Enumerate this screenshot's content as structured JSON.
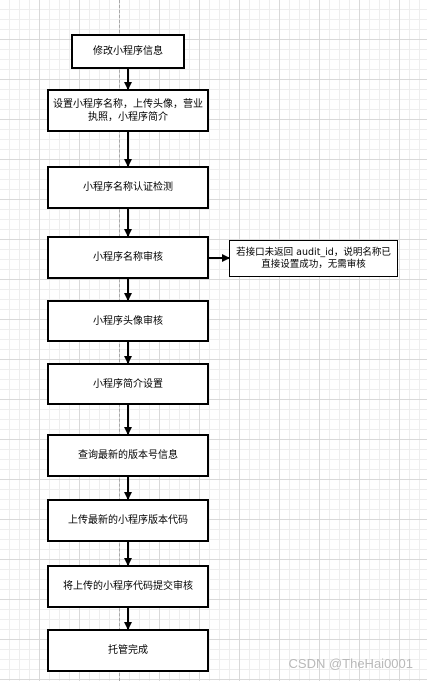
{
  "flow": {
    "steps": [
      "修改小程序信息",
      "设置小程序名称，上传头像，营业执照，小程序简介",
      "小程序名称认证检测",
      "小程序名称审核",
      "小程序头像审核",
      "小程序简介设置",
      "查询最新的版本号信息",
      "上传最新的小程序版本代码",
      "将上传的小程序代码提交审核",
      "托管完成"
    ],
    "side_note": "若接口未返回 audit_id，说明名称已直接设置成功，无需审核"
  },
  "watermark": "CSDN @TheHai0001"
}
